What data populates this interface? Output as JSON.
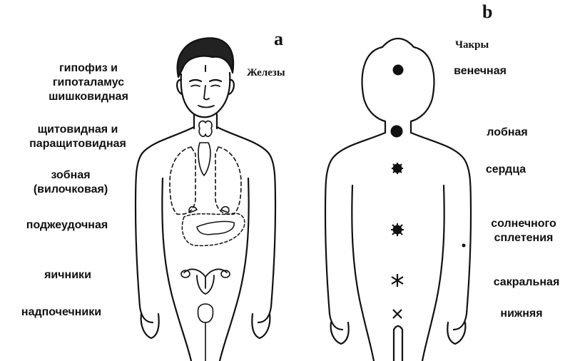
{
  "panel_a": {
    "letter": "a",
    "heading": "Железы",
    "glands": [
      {
        "line1": "гипофиз и",
        "line2": "гипоталамус"
      },
      {
        "line1": "шишковидная",
        "line2": ""
      },
      {
        "line1": "щитовидная и",
        "line2": "паращитовидная"
      },
      {
        "line1": "зобная",
        "line2": "(вилочковая)"
      },
      {
        "line1": "поджеудочная",
        "line2": ""
      },
      {
        "line1": "яичники",
        "line2": ""
      },
      {
        "line1": "надпочечники",
        "line2": ""
      }
    ]
  },
  "panel_b": {
    "letter": "b",
    "heading": "Чакры",
    "chakras": [
      {
        "line1": "венечная",
        "line2": ""
      },
      {
        "line1": "лобная",
        "line2": ""
      },
      {
        "line1": "сердца",
        "line2": ""
      },
      {
        "line1": "солнечного",
        "line2": "сплетения"
      },
      {
        "line1": "сакральная",
        "line2": ""
      },
      {
        "line1": "нижняя",
        "line2": ""
      }
    ]
  }
}
